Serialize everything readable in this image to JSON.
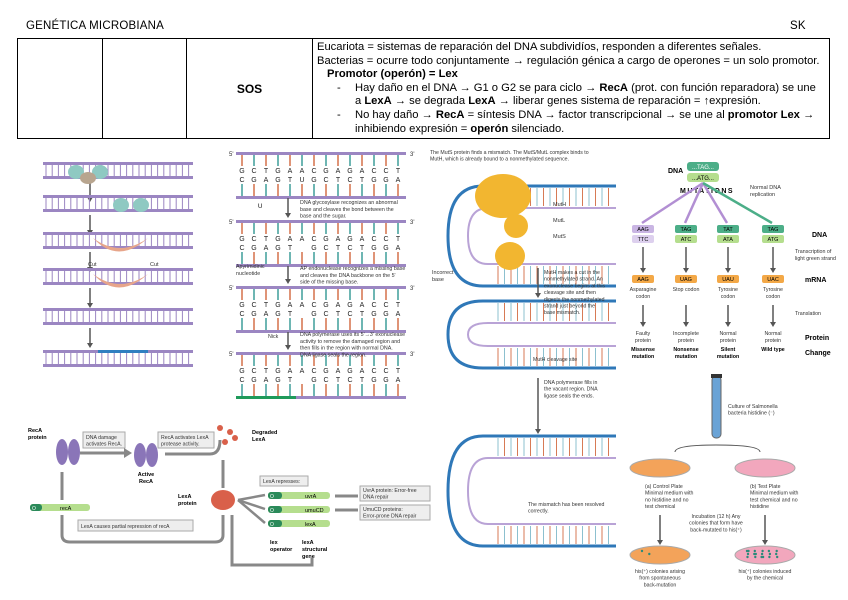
{
  "header": {
    "title": "GENÉTICA MICROBIANA",
    "initials": "SK"
  },
  "table": {
    "label": "SOS",
    "line1": "Eucariota = sistemas de reparación del DNA subdividíos, responden a diferentes señales.",
    "line2": "Bacterias = ocurre todo conjuntamente → regulación génica a cargo de operones = un solo promotor.",
    "subtitle": "Promotor (operón) = Lex",
    "bullet1": {
      "a": "Hay daño en el DNA → G1 o G2 se para ciclo → ",
      "b1": "RecA",
      "c": " (prot. con función reparadora) se une a ",
      "b2": "LexA",
      "d": " → se degrada ",
      "b3": "LexA",
      "e": " → liberar genes sistema de reparación = ↑expresión."
    },
    "bullet2": {
      "a": "No hay daño → ",
      "b1": "RecA",
      "c": " = síntesis DNA → factor transcripcional → se une al ",
      "b2": "promotor Lex",
      "d": " → inhibiendo expresión = ",
      "b3": "operón",
      "e": " silenciado."
    }
  },
  "fig_ner": {
    "cut1": "Cut",
    "cut2": "Cut"
  },
  "fig_ber": {
    "five": "5'",
    "three": "3'",
    "step1": "DNA glycosylase recognizes an abnormal base and cleaves the bond between the base and the sugar.",
    "step2": "AP endonuclease recognizes a missing base and cleaves the DNA backbone on the 5' side of the missing base.",
    "step3": "DNA polymerase uses its 5'→3' exonuclease activity to remove the damaged region and then fills in the region with normal DNA. DNA ligase seals the region.",
    "apy": "Apyrimidinic nucleotide",
    "nick": "Nick",
    "u": "U"
  },
  "fig_mmr": {
    "top": "The MutS protein finds a mismatch. The MutS/MutL complex binds to MutH, which is already bound to a nonmethylated sequence.",
    "muth": "MutH",
    "mutl": "MutL",
    "muts": "MutS",
    "incorrect": "Incorrect base",
    "step1": "MutH makes a cut in the nonmethylated strand. An exonuclease begins at this cleavage site and then digests the nonmethylated strand just beyond the base mismatch.",
    "cleavage": "MutH cleavage site",
    "step2": "DNA polymerase fills in the vacant region. DNA ligase seals the ends.",
    "step3": "The mismatch has been resolved correctly."
  },
  "fig_mut": {
    "dna": "DNA",
    "mutations": "MUTATIONS",
    "normal_rep": "Normal DNA replication",
    "transcription": "Transcription of light green strand",
    "translation": "Translation",
    "mrna": "mRNA",
    "protein": "Protein",
    "change": "Change",
    "cols": [
      {
        "top": "AAG",
        "bot": "TTC",
        "mrna": "AAG",
        "codon": "Asparagine codon",
        "prot": "Faulty protein",
        "chg": "Missense mutation",
        "color": "#b9a3d6"
      },
      {
        "top": "TAG",
        "bot": "ATC",
        "mrna": "UAG",
        "codon": "Stop codon",
        "prot": "Incomplete protein",
        "chg": "Nonsense mutation",
        "color": "#9fd49a"
      },
      {
        "top": "TAT",
        "bot": "ATA",
        "mrna": "UAU",
        "codon": "Tyrosine codon",
        "prot": "Normal protein",
        "chg": "Silent mutation",
        "color": "#9fd49a"
      },
      {
        "top": "TAG",
        "bot": "ATG",
        "mrna": "UAC",
        "codon": "Tyrosine codon",
        "prot": "Normal protein",
        "chg": "Wild type",
        "color": "#9fd49a"
      }
    ],
    "dna_top": "...TAG...",
    "dna_bot": "...ATG..."
  },
  "fig_ames": {
    "culture": "Culture of Salmonella bacteria histidine (⁻)",
    "control": "(a) Control Plate Minimal medium with no histidine and no test chemical",
    "test": "(b) Test Plate Minimal medium with test chemical and no histidine",
    "incub": "Incubation (12 h) Any colonies that form have back-mutated to his(⁺)",
    "res1": "his(⁺) colonies arising from spontaneous back-mutation",
    "res2": "his(⁺) colonies induced by the chemical"
  },
  "fig_sos": {
    "reca": "RecA protein",
    "damage": "DNA damage activates RecA.",
    "active": "Active RecA",
    "activates": "RecA activates LexA protease activity.",
    "degraded": "Degraded LexA",
    "lexa_protein": "LexA protein",
    "represses": "LexA represses:",
    "genes": [
      "uvrA",
      "umuCD",
      "lexA"
    ],
    "op": "O",
    "reca_gene": "recA",
    "uvra": "UvrA protein: Error-free DNA repair",
    "umucd": "UmuCD proteins: Error-prone DNA repair",
    "partial": "LexA causes partial repression of recA",
    "operator": "lex operator",
    "structural": "lexA structural gene"
  }
}
